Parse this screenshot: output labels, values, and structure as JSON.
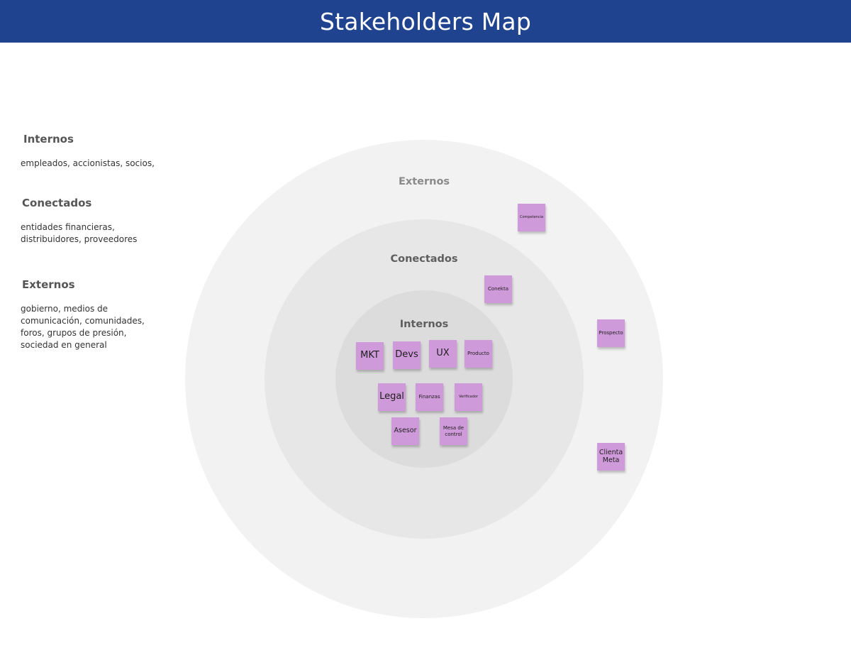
{
  "header": {
    "title": "Stakeholders Map"
  },
  "legend": [
    {
      "title": "Internos",
      "description": "empleados, accionistas, socios,"
    },
    {
      "title": "Conectados",
      "description": "entidades financieras, distribuidores, proveedores"
    },
    {
      "title": "Externos",
      "description": "gobierno, medios de comunicación, comunidades, foros, grupos de presión, sociedad en general"
    }
  ],
  "rings": {
    "outer": "Externos",
    "middle": "Conectados",
    "inner": "Internos"
  },
  "notes": {
    "mkt": "MKT",
    "devs": "Devs",
    "ux": "UX",
    "producto": "Producto",
    "legal": "Legal",
    "finanzas": "Finanzas",
    "verificador": "Verificador",
    "asesor": "Asesor",
    "mesa_de_control": "Mesa de control",
    "conekta": "Conekta",
    "competencia": "Competencia",
    "prospecto": "Prospecto",
    "clienta_meta": "Clienta Meta"
  },
  "colors": {
    "header_bg": "#1f438e",
    "note_bg": "#cf9ad9",
    "ring_outer": "#f2f2f2",
    "ring_middle": "#e7e7e7",
    "ring_inner": "#dcdcdc"
  }
}
